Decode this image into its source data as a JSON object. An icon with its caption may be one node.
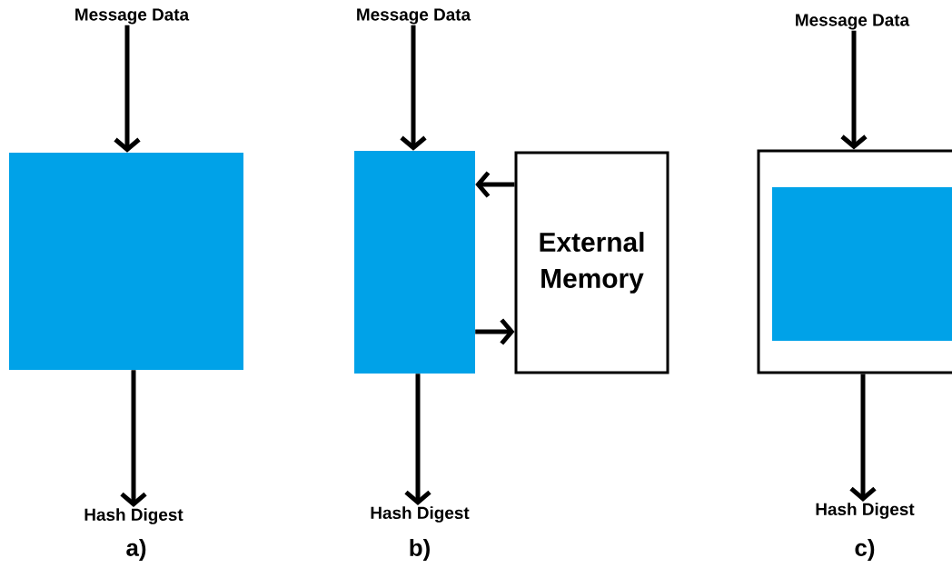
{
  "diagram": {
    "nodes": [
      {
        "text": [
          "Message Data"
        ]
      },
      {
        "text": [],
        "shape": "box"
      },
      {
        "text": [
          "Hash Digest"
        ]
      },
      {
        "text": [
          "Message Data"
        ]
      },
      {
        "text": [],
        "shape": "box"
      },
      {
        "text": [
          "External Memory"
        ]
      },
      {
        "text": [
          "Hash Digest"
        ]
      },
      {
        "text": [
          "Message Data"
        ]
      },
      {
        "text": [],
        "shape": "box"
      },
      {
        "text": [],
        "shape": "box",
        "in": 8
      },
      {
        "text": [
          "Hash Digest"
        ]
      }
    ],
    "edges": [
      {
        "from": 0,
        "to": 1,
        "arrow": "to"
      },
      {
        "from": 1,
        "to": 2,
        "arrow": "to"
      },
      {
        "from": 3,
        "to": 4,
        "arrow": "to"
      },
      {
        "from": 5,
        "to": 4,
        "arrow": "to"
      },
      {
        "from": 4,
        "to": 5,
        "arrow": "to"
      },
      {
        "from": 4,
        "to": 6,
        "arrow": "to"
      },
      {
        "from": 7,
        "to": 8,
        "arrow": "to"
      },
      {
        "from": 8,
        "to": 10,
        "arrow": "to"
      }
    ],
    "labels": [
      "a)",
      "b)",
      "c)"
    ]
  }
}
